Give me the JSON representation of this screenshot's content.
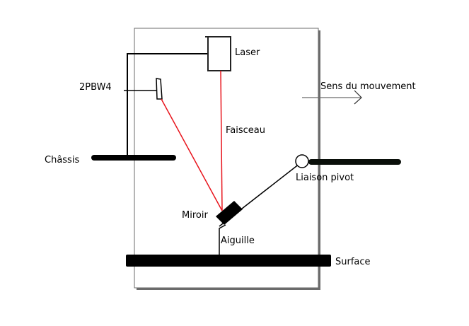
{
  "diagram": {
    "labels": {
      "laser": "Laser",
      "sensor": "2PBW4",
      "beam": "Faisceau",
      "direction": "Sens du mouvement",
      "chassis": "Châssis",
      "pivot": "Liaison pivot",
      "mirror": "Miroir",
      "needle": "Aiguille",
      "surface": "Surface"
    },
    "colors": {
      "beam": "#e8141c",
      "structure": "#000000",
      "frame": "#6b6b6b",
      "arrow": "#6b6b6b"
    }
  }
}
